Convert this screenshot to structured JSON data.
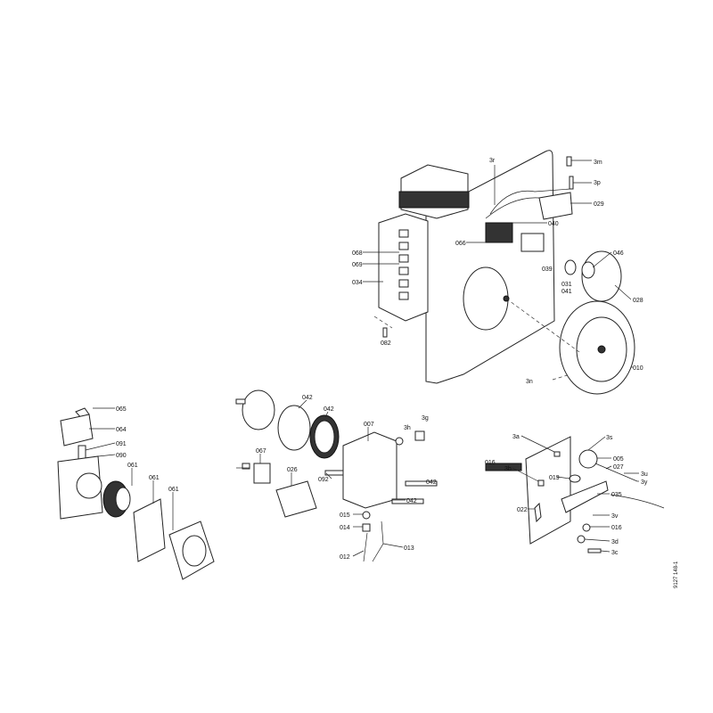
{
  "labels": {
    "burner": [
      "3r",
      "3m",
      "3p",
      "029",
      "040",
      "066",
      "068",
      "069",
      "046",
      "039",
      "031",
      "041",
      "034",
      "028",
      "082",
      "010",
      "3n"
    ],
    "pump": [
      "065",
      "064",
      "091",
      "090",
      "061",
      "061",
      "061"
    ],
    "valve": [
      "042",
      "042",
      "007",
      "3g",
      "3h",
      "067",
      "026",
      "092",
      "042",
      "042",
      "015",
      "014",
      "013",
      "012"
    ],
    "ignition": [
      "3a",
      "3s",
      "016",
      "005",
      "3b",
      "027",
      "019",
      "3u",
      "3y",
      "035",
      "022",
      "3v",
      "016",
      "3d",
      "3c"
    ]
  },
  "drawing_number": "9127 148-1"
}
